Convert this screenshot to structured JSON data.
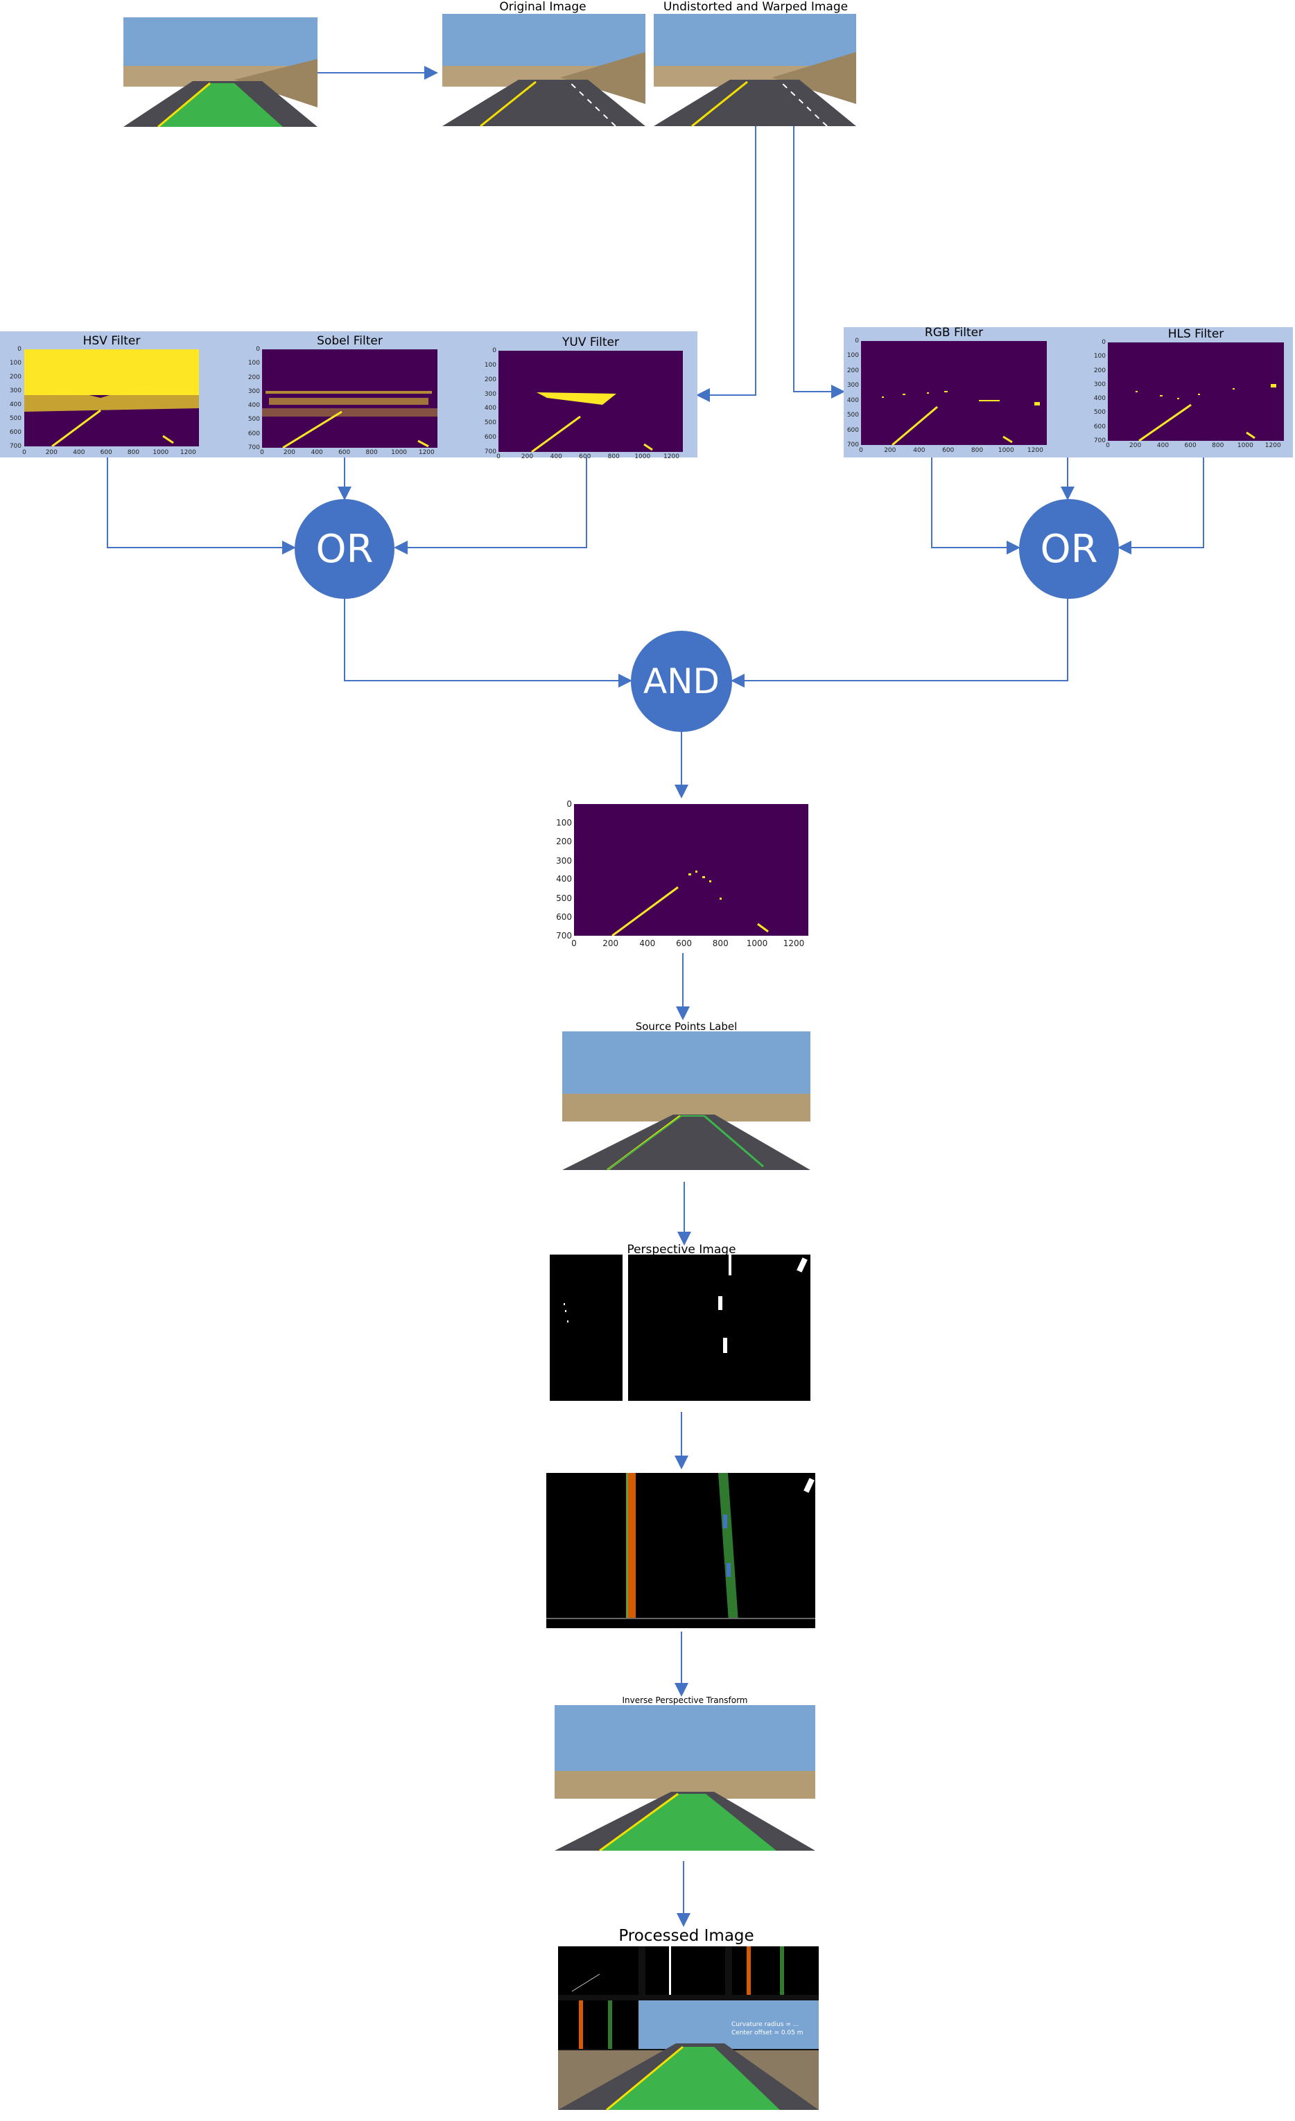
{
  "titles": {
    "original": "Original Image",
    "undistorted": "Undistorted and Warped Image",
    "hsv": "HSV Filter",
    "sobel": "Sobel Filter",
    "yuv": "YUV Filter",
    "rgb": "RGB Filter",
    "hls": "HLS Filter",
    "source_points": "Source Points Label",
    "perspective": "Perspective Image",
    "inverse": "Inverse Perspective Transform",
    "processed": "Processed Image"
  },
  "nodes": {
    "or_left": "OR",
    "or_right": "OR",
    "and": "AND"
  },
  "hud": {
    "line1": "Curvature radius = ...",
    "line2": "Center offset = 0.05 m"
  },
  "colors": {
    "node": "#4472c4",
    "connector": "#4472c4",
    "panel_fill": "#b4c7e7",
    "mask_bg": "#440154",
    "mask_fg": "#fde725",
    "lane_green": "#3cb44b"
  },
  "axes": {
    "combined_y": [
      "0",
      "100",
      "200",
      "300",
      "400",
      "500",
      "600",
      "700"
    ],
    "combined_x": [
      "0",
      "200",
      "400",
      "600",
      "800",
      "1000",
      "1200"
    ],
    "hsv_y": [
      "0",
      "100",
      "200",
      "300",
      "400",
      "500",
      "600",
      "700"
    ],
    "hsv_x": [
      "0",
      "200",
      "400",
      "600",
      "800",
      "1000",
      "1200"
    ],
    "sobel_y": [
      "0",
      "100",
      "200",
      "300",
      "400",
      "500",
      "600",
      "700"
    ],
    "sobel_x": [
      "0",
      "200",
      "400",
      "600",
      "800",
      "1000",
      "1200"
    ],
    "yuv_y": [
      "0",
      "100",
      "200",
      "300",
      "400",
      "500",
      "600",
      "700"
    ],
    "yuv_x": [
      "0",
      "200",
      "400",
      "600",
      "800",
      "1000",
      "1200"
    ],
    "rgb_y": [
      "0",
      "100",
      "200",
      "300",
      "400",
      "500",
      "600",
      "700"
    ],
    "rgb_x": [
      "0",
      "200",
      "400",
      "600",
      "800",
      "1000",
      "1200"
    ],
    "hls_y": [
      "0",
      "100",
      "200",
      "300",
      "400",
      "500",
      "600",
      "700"
    ],
    "hls_x": [
      "0",
      "200",
      "400",
      "600",
      "800",
      "1000",
      "1200"
    ]
  }
}
